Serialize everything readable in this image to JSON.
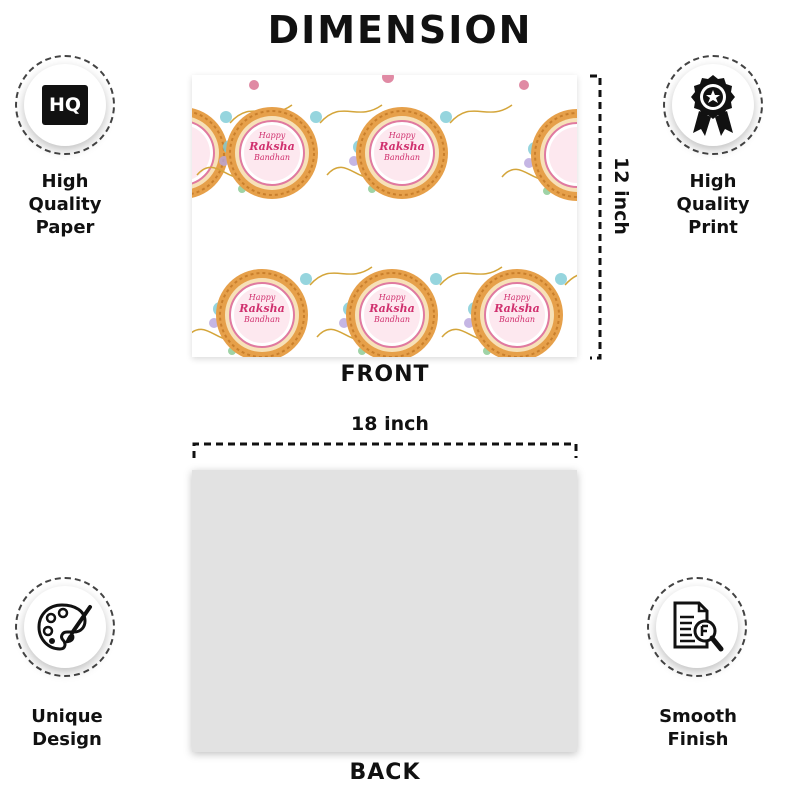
{
  "title": "DIMENSION",
  "features": {
    "hq_label": "HQ",
    "high_quality_paper": [
      "High",
      "Quality",
      "Paper"
    ],
    "high_quality_print": [
      "High",
      "Quality",
      "Print"
    ],
    "unique_design": [
      "Unique",
      "Design"
    ],
    "smooth_finish": [
      "Smooth",
      "Finish"
    ]
  },
  "front": {
    "caption": "FRONT",
    "motif_text": [
      "Happy",
      "Raksha",
      "Bandhan"
    ]
  },
  "back": {
    "caption": "BACK"
  },
  "dimensions": {
    "width": "18 inch",
    "height": "12 inch"
  },
  "colors": {
    "rim": "#e6a04a",
    "rim_inner": "#f0c78a",
    "text_pink": "#d0306e",
    "leaf_blue": "#7ccbd6",
    "gold": "#d4a53a"
  },
  "icons": [
    "hq-icon",
    "award-ribbon-icon",
    "palette-icon",
    "document-search-icon"
  ]
}
